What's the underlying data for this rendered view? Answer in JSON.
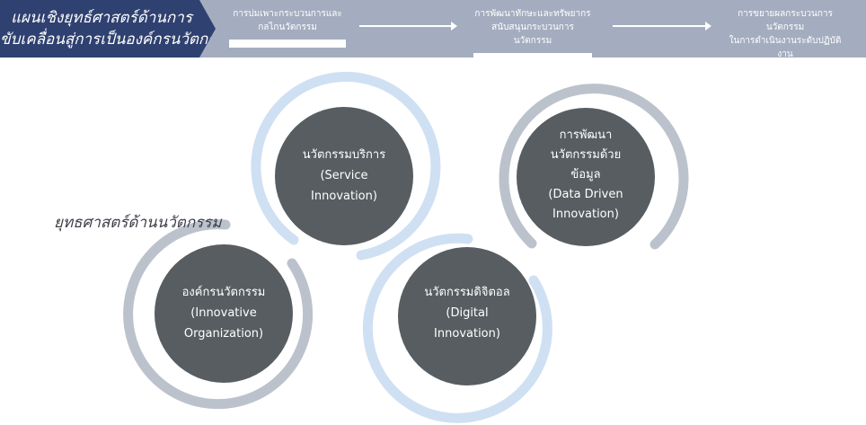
{
  "banner": {
    "title_line1": "แผนเชิงยุทธ์ศาสตร์ด้านการ",
    "title_line2": "ขับเคลื่อนสู่การเป็นองค์กรนวัตกรรม",
    "steps": [
      {
        "line1": "การบ่มเพาะกระบวนการและ",
        "line2": "กลไกนวัตกรรม"
      },
      {
        "line1": "การพัฒนาทักษะและทรัพยากร",
        "line2": "สนับสนุนกระบวนการนวัตกรรม"
      },
      {
        "line1": "การขยายผลกระบวนการนวัตกรรม",
        "line2": "ในการดำเนินงานระดับปฏิบัติงาน"
      }
    ]
  },
  "strategy_title": "ยุทธศาสตร์ด้านนวัตกรรม",
  "circles": [
    {
      "line1": "องค์กรนวัตกรรม",
      "line2": "(Innovative",
      "line3": "Organization)"
    },
    {
      "line1": "นวัตกรรมบริการ",
      "line2": "(Service",
      "line3": "Innovation)"
    },
    {
      "line1": "นวัตกรรมดิจิตอล",
      "line2": "(Digital",
      "line3": "Innovation)"
    },
    {
      "line1": "การพัฒนา",
      "line2": "นวัตกรรมด้วย",
      "line3": "ข้อมูล",
      "line4": "(Data Driven",
      "line5": "Innovation)"
    }
  ],
  "colors": {
    "banner_dark": "#2f4170",
    "banner_light": "#a4adbf",
    "circle_fill": "#575d60",
    "ring_gray": "#bcc2cc",
    "ring_blue": "#cfe0f3"
  }
}
